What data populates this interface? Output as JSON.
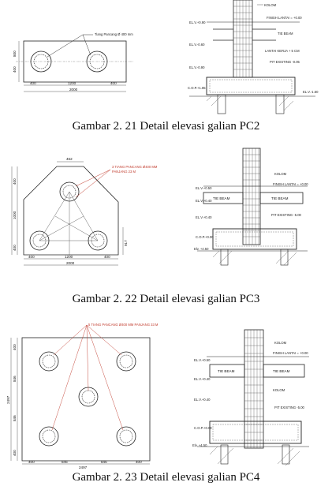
{
  "figures": [
    {
      "caption": "Gambar 2. 21 Detail elevasi galian PC2",
      "plan_labels": {
        "pile_note": "Tiang Pancang Ø 400 mm",
        "dims_bottom": [
          "400",
          "1200",
          "400"
        ],
        "total_width": "2000",
        "dims_left": [
          "400",
          "800"
        ]
      },
      "elev_labels": {
        "kolom": "KOLOM",
        "finish": "FINISH LANTAI = +0.00",
        "tie_beam": "TIE BEAM",
        "lantai_kerja": "LANTAI KERJA + 5 CM",
        "pit": "PIT EXISTING -0.05",
        "lv1": "EL.V.+0.90",
        "lv2": "EL.V.-0.60",
        "lv3": "EL.V.-0.90",
        "lv4": "C.O.P.+1.85",
        "lv5": "EL.V.-1.60"
      }
    },
    {
      "caption": "Gambar 2. 22 Detail elevasi galian PC3",
      "plan_labels": {
        "pile_note": "3 TIANG PANCANG Ø400 MM",
        "pile_note2": "PANJANG 23 M",
        "top_dim": "462",
        "dims_bottom": [
          "400",
          "1200",
          "400"
        ],
        "total_width": "2000",
        "dims_left": [
          "400",
          "1000",
          "400"
        ],
        "right_dim": "917"
      },
      "elev_labels": {
        "kolom": "KOLOM",
        "finish": "FINISH LANTAI = +0.00",
        "tie_left": "TIE BEAM",
        "tie_right": "TIE BEAM",
        "pit": "PIT EXISTING -5.00",
        "lv1": "EL.V.+0.50",
        "lv2": "EL.V.+0.40",
        "lv3": "EL.V.+0.40",
        "lv4": "C.O.P.+0.00",
        "lv5": "Elv. +4.50"
      }
    },
    {
      "caption": "Gambar 2. 23 Detail elevasi galian PC4",
      "plan_labels": {
        "pile_note": "5 TIANG PANCANG Ø400 MM PANJANG 33 M",
        "dims_bottom": [
          "400",
          "846",
          "846",
          "400"
        ],
        "total_width": "2497",
        "dims_left": [
          "400",
          "846",
          "846",
          "400"
        ],
        "left_total": "2497"
      },
      "elev_labels": {
        "kolom": "KOLOM",
        "finish": "FINISH LANTAI = +0.00",
        "tie_left": "TIE BEAM",
        "tie_right": "TIE BEAM",
        "kolom2": "KOLOM",
        "pit": "PIT EXISTING -5.00",
        "lv1": "EL.V.+0.50",
        "lv2": "EL.V.+0.40",
        "lv3": "EL.V.+0.40",
        "lv4": "C.O.P.+0.00",
        "lv5": "Elv. +4.50"
      }
    }
  ]
}
